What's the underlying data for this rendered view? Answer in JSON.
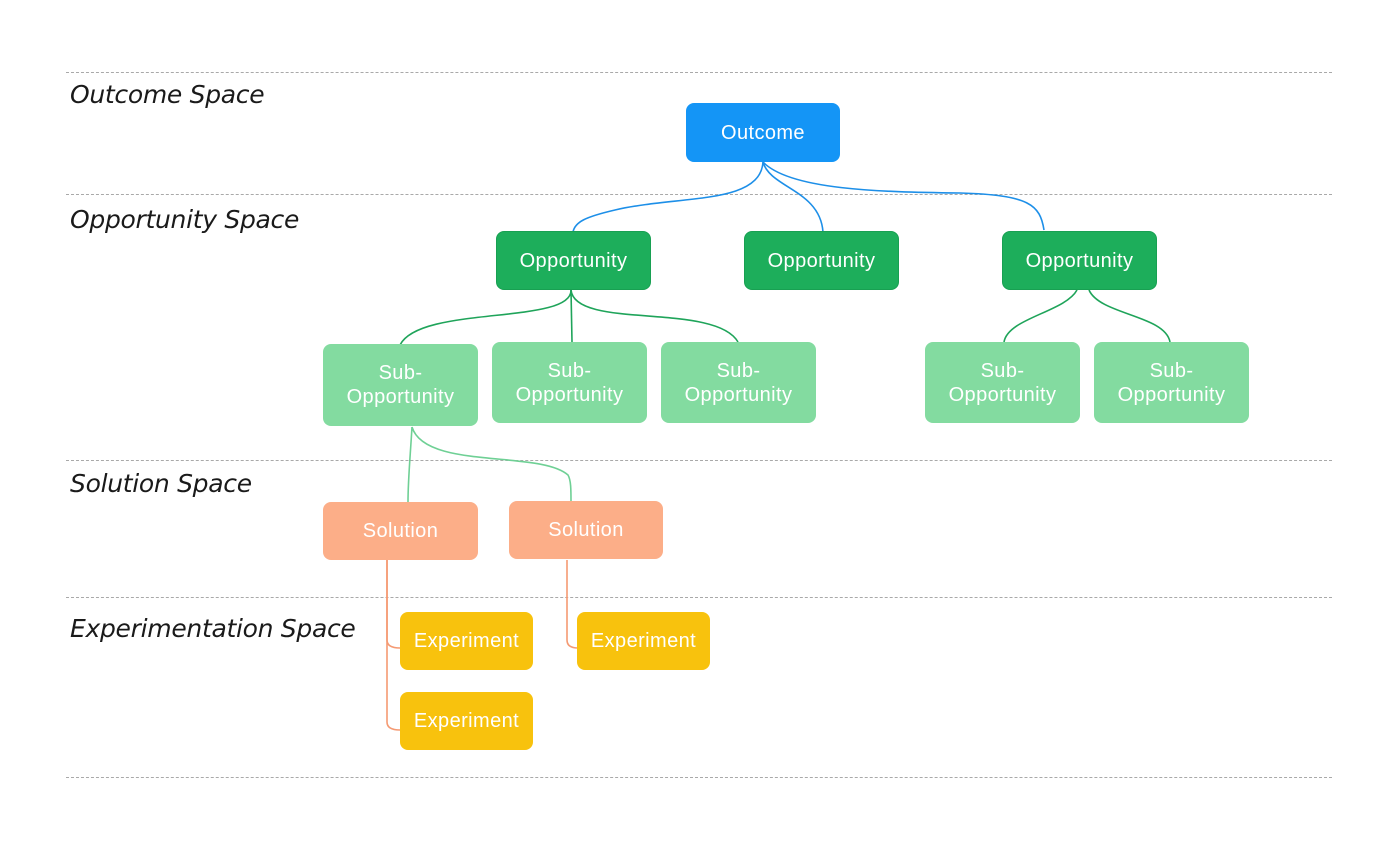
{
  "spaces": {
    "outcome": "Outcome Space",
    "opportunity": "Opportunity Space",
    "solution": "Solution Space",
    "experimentation": "Experimentation Space"
  },
  "nodes": {
    "outcome": "Outcome",
    "opportunity_1": "Opportunity",
    "opportunity_2": "Opportunity",
    "opportunity_3": "Opportunity",
    "sub_1": "Sub-\nOpportunity",
    "sub_2": "Sub-\nOpportunity",
    "sub_3": "Sub-\nOpportunity",
    "sub_4": "Sub-\nOpportunity",
    "sub_5": "Sub-\nOpportunity",
    "solution_1": "Solution",
    "solution_2": "Solution",
    "experiment_1": "Experiment",
    "experiment_2": "Experiment",
    "experiment_3": "Experiment"
  },
  "colors": {
    "outcome": "#1495f6",
    "opportunity": "#1dae5b",
    "sub_opportunity": "#83dba0",
    "solution": "#fcae88",
    "experiment": "#f8c20d",
    "outcome_link": "#1d8fe8",
    "opportunity_link": "#1fa45a",
    "sub_link": "#6fd095",
    "solution_link": "#f59a73",
    "divider": "#a9a9a9"
  }
}
